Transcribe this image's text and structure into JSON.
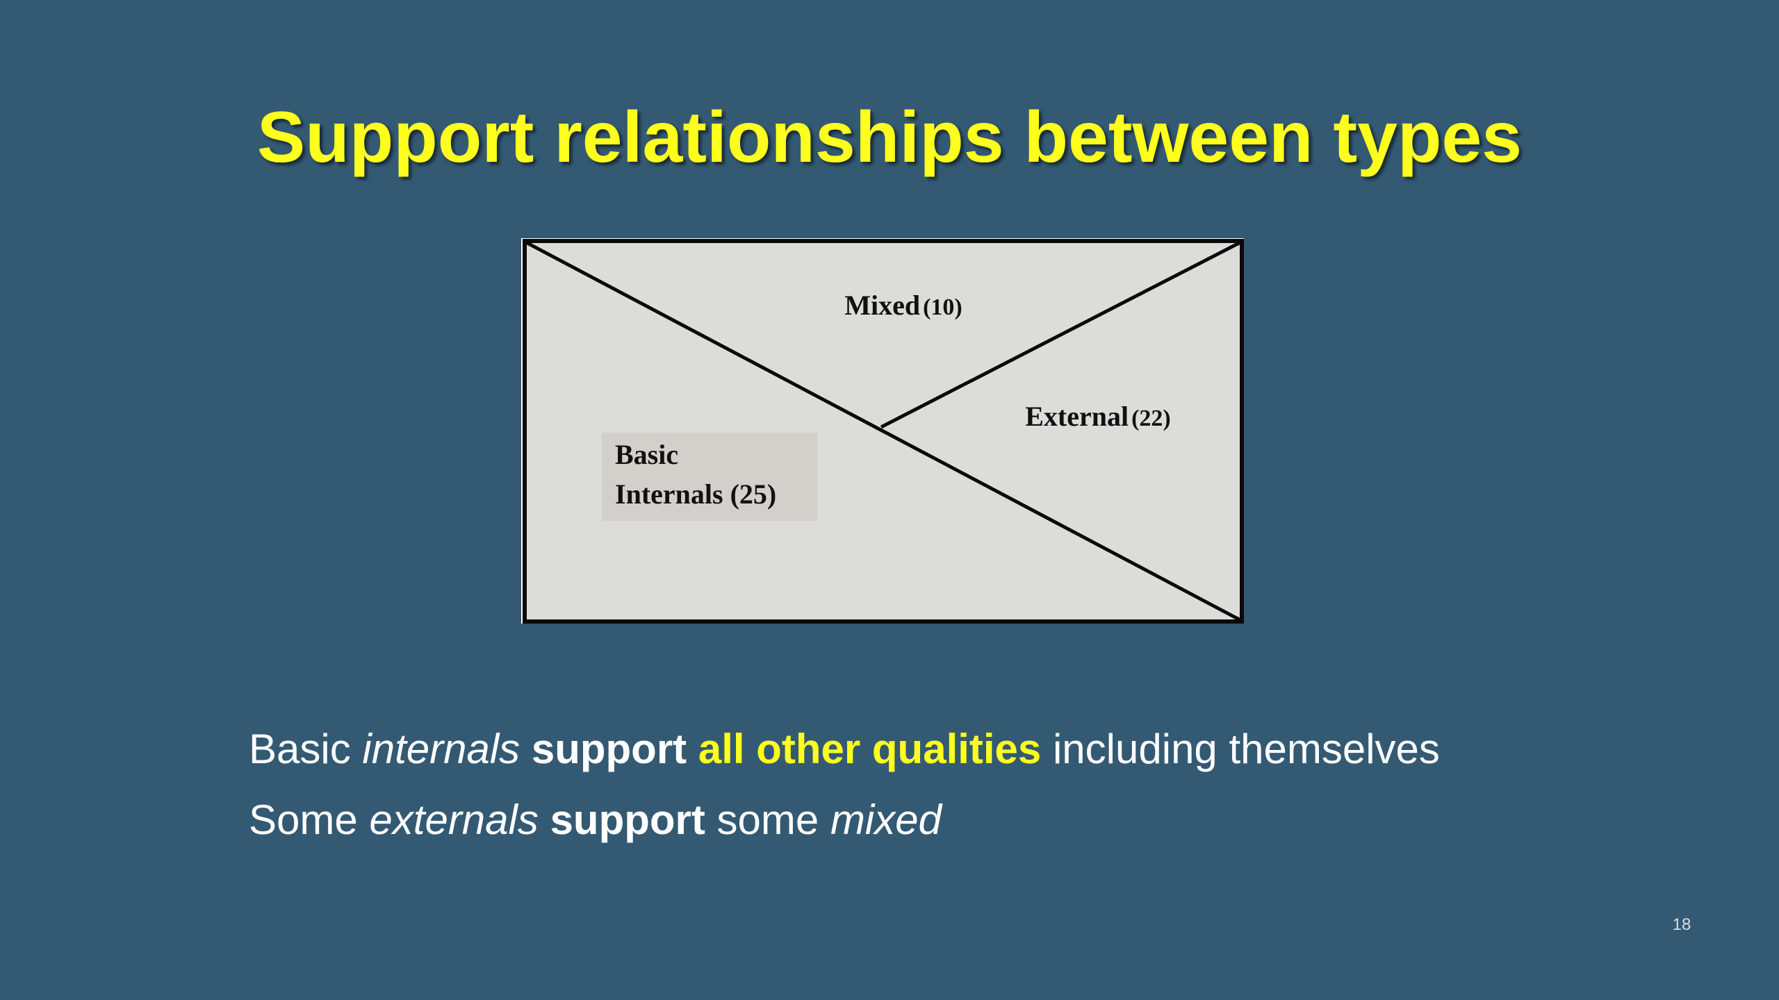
{
  "slide": {
    "title": "Support relationships between types",
    "page_number": "18"
  },
  "diagram": {
    "mixed": {
      "name": "Mixed",
      "count": "(10)"
    },
    "external": {
      "name": "External",
      "count": "(22)"
    },
    "basic_internals": {
      "line1": "Basic",
      "line2": "Internals (25)"
    }
  },
  "body": {
    "line1": {
      "part1": "Basic ",
      "part2": "internals",
      "part3": " ",
      "part4": "support",
      "part5": " ",
      "part6": "all other qualities",
      "part7": " including themselves"
    },
    "line2": {
      "part1": "Some ",
      "part2": "externals",
      "part3": " ",
      "part4": "support",
      "part5": " some ",
      "part6": "mixed"
    }
  },
  "colors": {
    "background": "#345a73",
    "title": "#ffff1e",
    "highlight": "#ffff1e",
    "text": "#ffffff",
    "diagram_fill": "#dcdcd8"
  }
}
